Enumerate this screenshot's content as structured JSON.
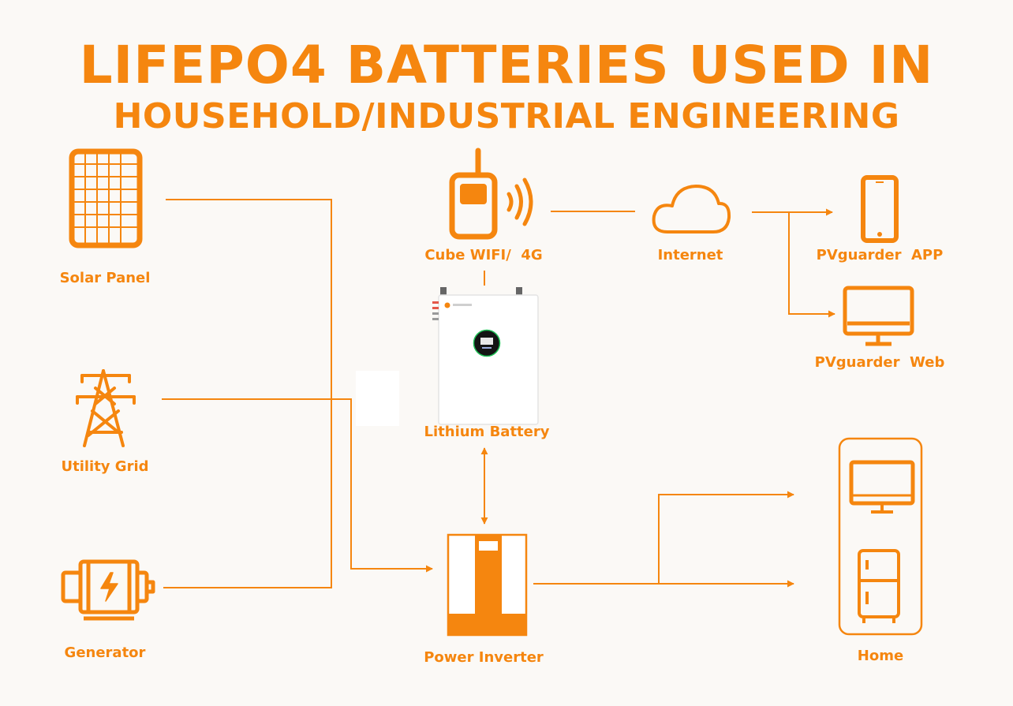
{
  "title": {
    "line1": "LIFEPO4 BATTERIES USED IN",
    "line2": "HOUSEHOLD/INDUSTRIAL ENGINEERING"
  },
  "colors": {
    "accent": "#f5860f",
    "background": "#fbf9f6",
    "battery_body": "#ffffff"
  },
  "nodes": {
    "solar_panel": {
      "label": "Solar Panel",
      "icon": "solar-panel-icon"
    },
    "utility_grid": {
      "label": "Utility Grid",
      "icon": "transmission-tower-icon"
    },
    "generator": {
      "label": "Generator",
      "icon": "generator-icon"
    },
    "cube_wifi": {
      "label": "Cube WIFI/  4G",
      "icon": "walkie-talkie-signal-icon"
    },
    "internet": {
      "label": "Internet",
      "icon": "cloud-icon"
    },
    "app": {
      "label": "PVguarder  APP",
      "icon": "smartphone-icon"
    },
    "web": {
      "label": "PVguarder  Web",
      "icon": "monitor-icon"
    },
    "battery": {
      "label": "Lithium Battery",
      "icon": "lithium-battery-image"
    },
    "inverter": {
      "label": "Power Inverter",
      "icon": "power-inverter-icon"
    },
    "home": {
      "label": "Home",
      "icon": "home-appliances-icon"
    }
  }
}
